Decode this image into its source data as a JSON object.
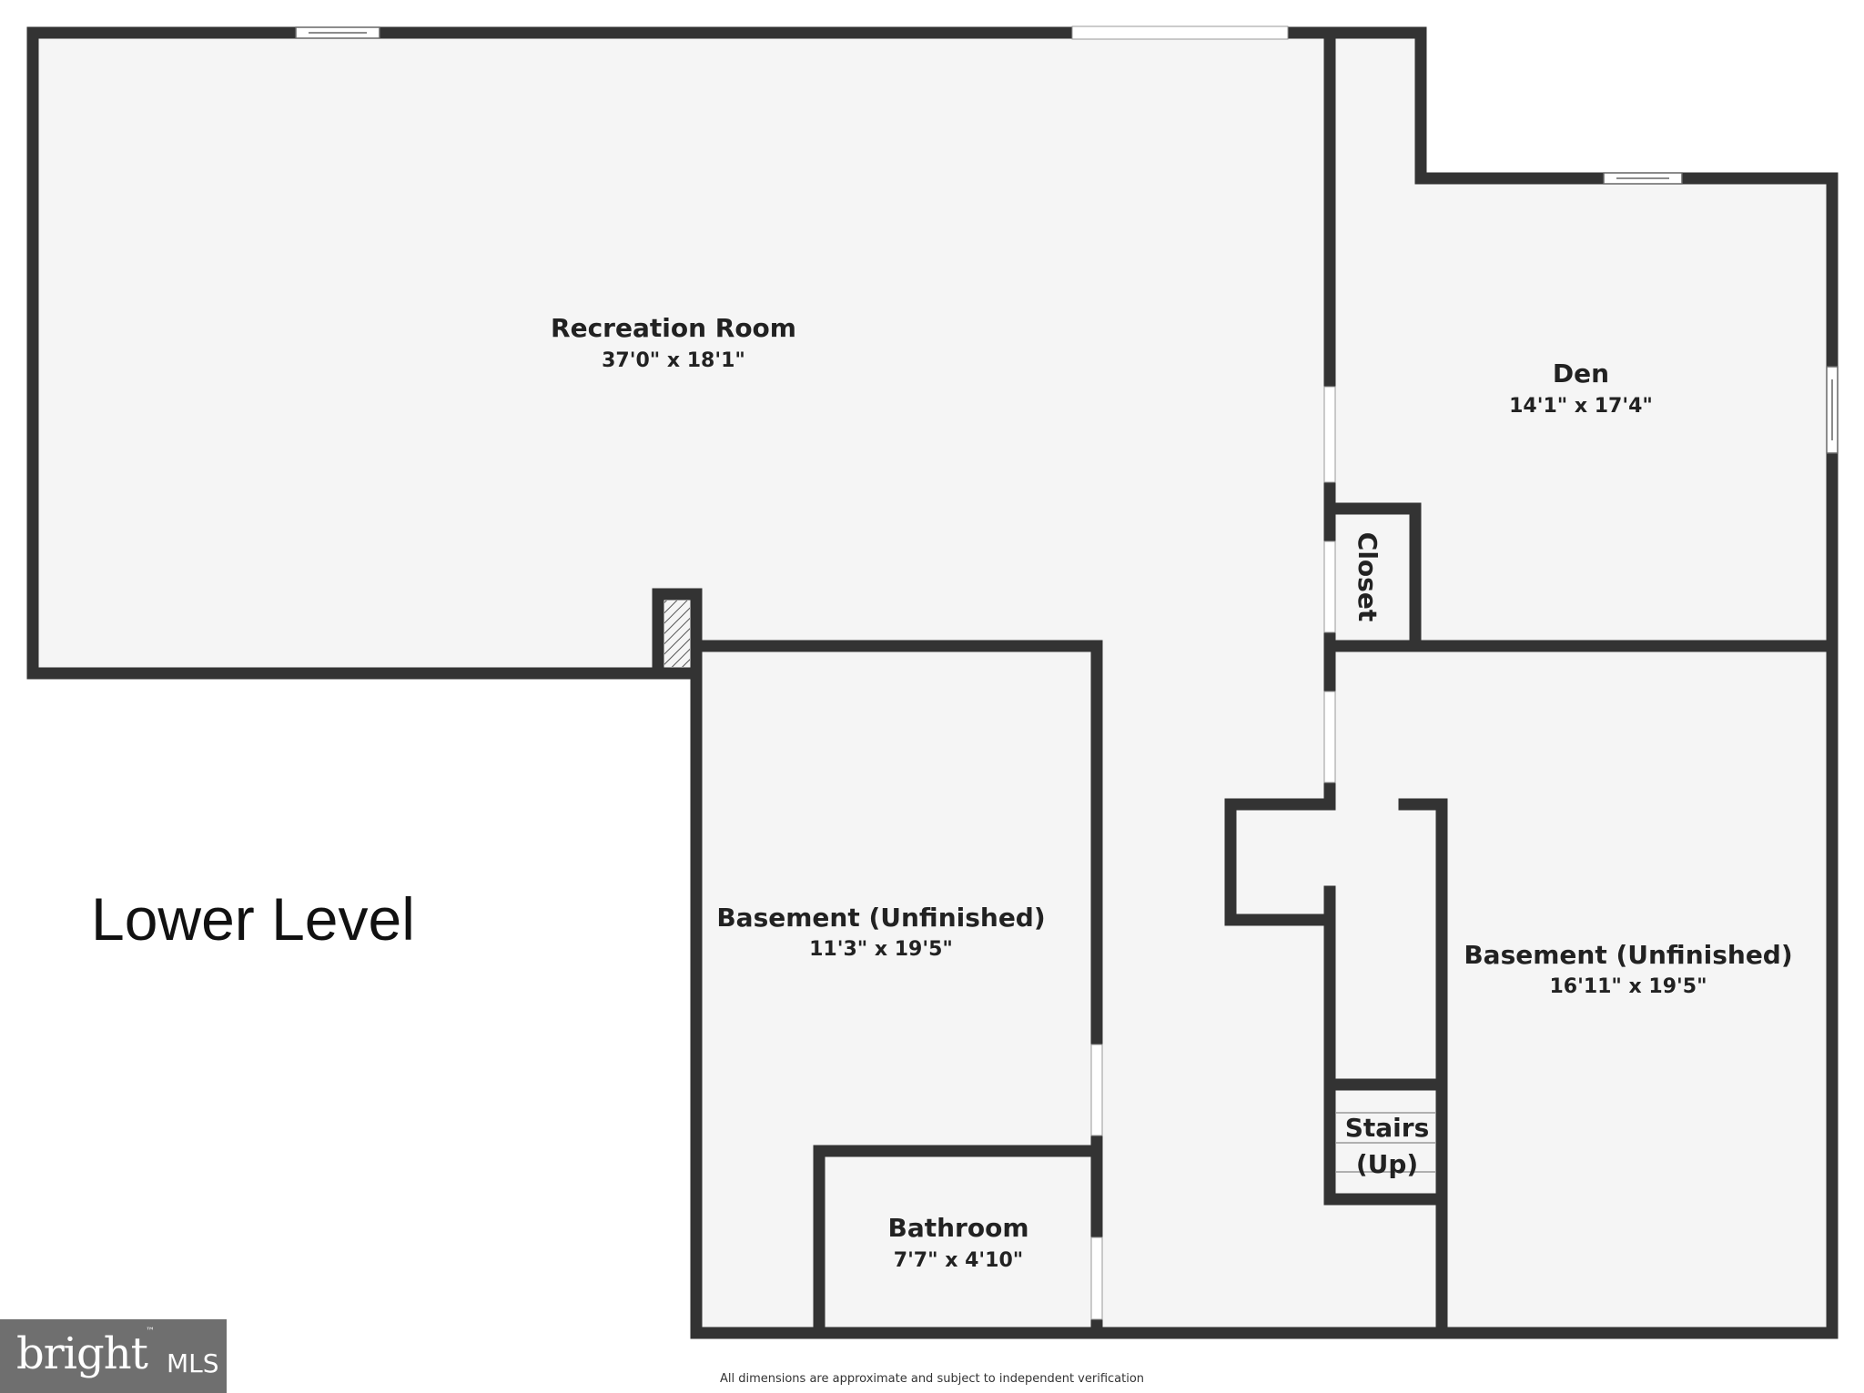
{
  "level_title": "Lower Level",
  "disclaimer": "All dimensions are approximate and subject to independent verification",
  "logo": {
    "brand": "bright",
    "suffix": "MLS",
    "trademark": "™"
  },
  "rooms": {
    "recreation": {
      "name": "Recreation Room",
      "dims": "37'0\" x 18'1\""
    },
    "den": {
      "name": "Den",
      "dims": "14'1\" x 17'4\""
    },
    "closet": {
      "name": "Closet"
    },
    "basement_left": {
      "name": "Basement (Unfinished)",
      "dims": "11'3\" x 19'5\""
    },
    "basement_right": {
      "name": "Basement (Unfinished)",
      "dims": "16'11\" x 19'5\""
    },
    "bathroom": {
      "name": "Bathroom",
      "dims": "7'7\" x 4'10\""
    },
    "stairs": {
      "name_line1": "Stairs",
      "name_line2": "(Up)"
    }
  },
  "colors": {
    "wall": "#333333",
    "floor": "#f5f5f5",
    "logo_bg": "#6f6f6f"
  }
}
